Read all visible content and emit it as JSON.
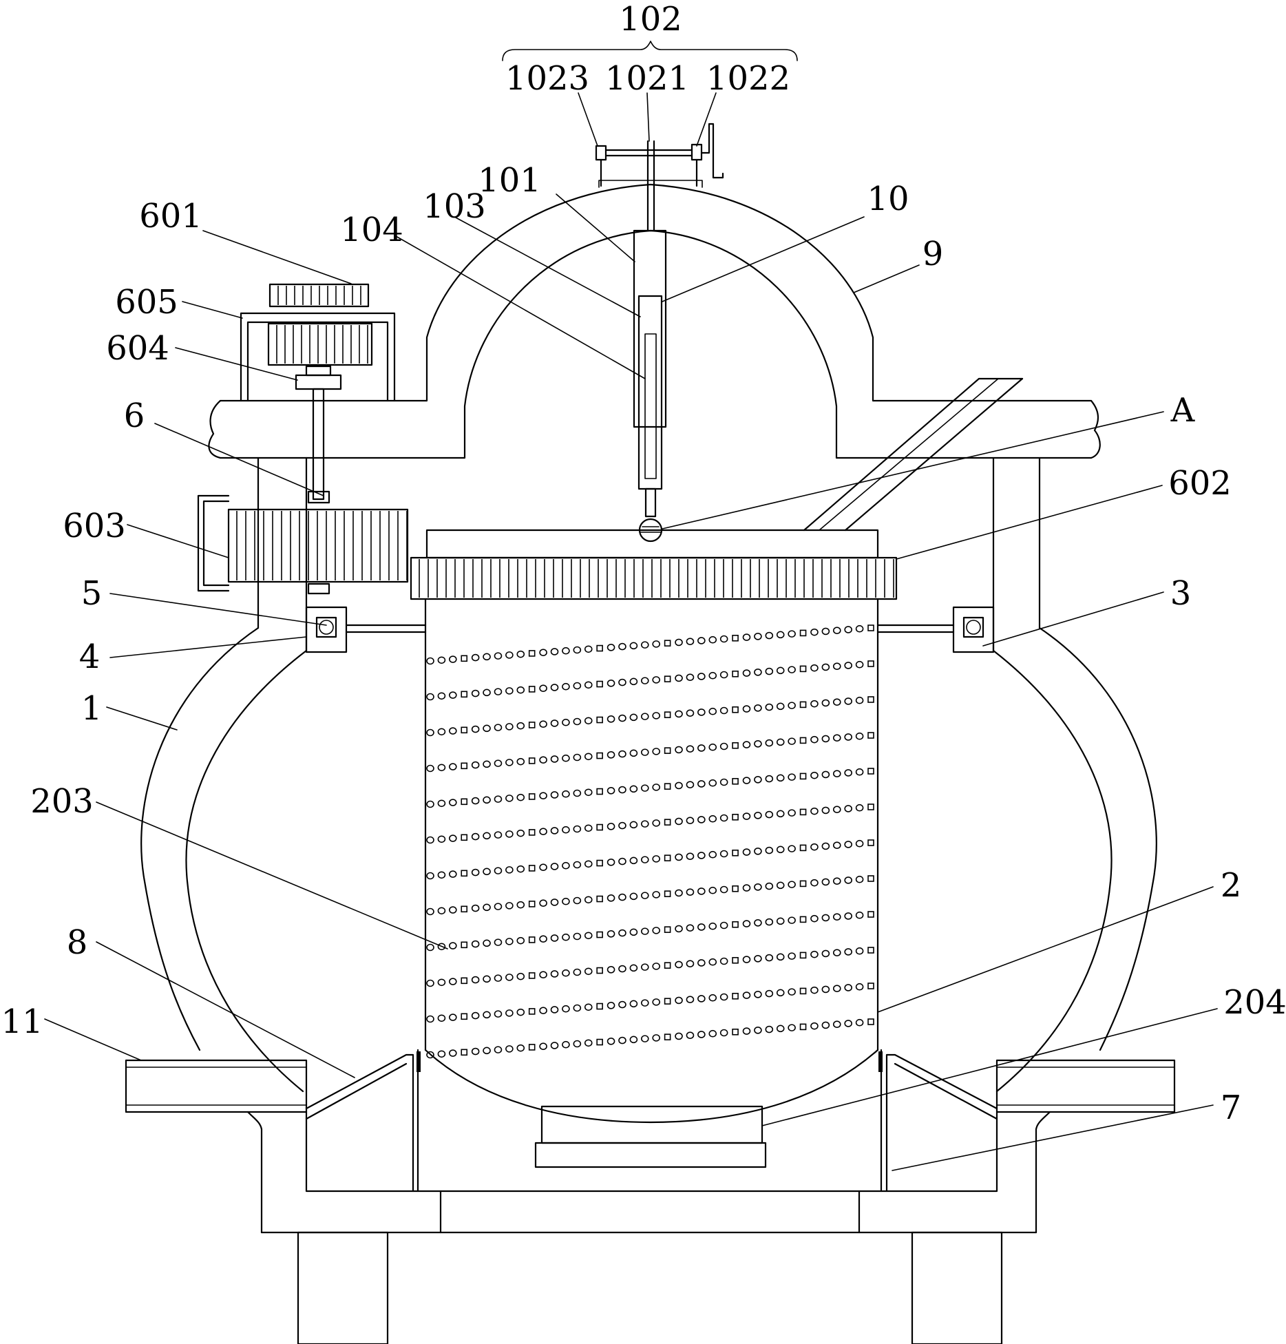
{
  "labels": {
    "l102": "102",
    "l1023": "1023",
    "l1021": "1021",
    "l1022": "1022",
    "l101": "101",
    "l103": "103",
    "l10": "10",
    "l104": "104",
    "l601": "601",
    "l9": "9",
    "l605": "605",
    "l604": "604",
    "l6": "6",
    "lA": "A",
    "l602": "602",
    "l603": "603",
    "l5": "5",
    "l3": "3",
    "l4": "4",
    "l1": "1",
    "l203": "203",
    "l2": "2",
    "l8": "8",
    "l204": "204",
    "l11": "11",
    "l7": "7"
  }
}
